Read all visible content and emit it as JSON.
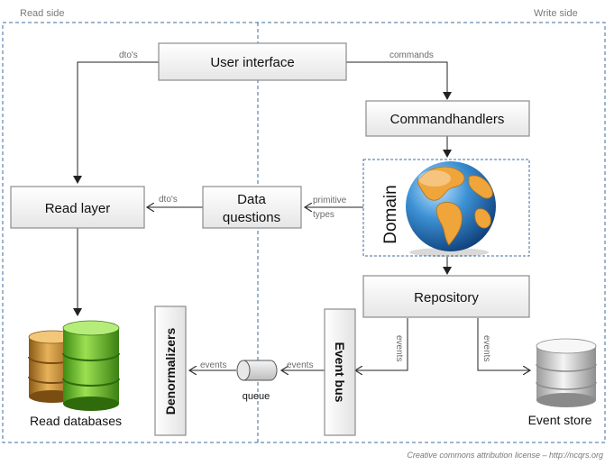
{
  "regions": {
    "read_side": "Read side",
    "write_side": "Write side"
  },
  "boxes": {
    "user_interface": "User interface",
    "commandhandlers": "Commandhandlers",
    "read_layer": "Read layer",
    "data_questions_line1": "Data",
    "data_questions_line2": "questions",
    "domain": "Domain",
    "repository": "Repository",
    "denormalizers": "Denormalizers",
    "event_bus": "Event bus"
  },
  "edge_labels": {
    "dtos_ui": "dto's",
    "commands": "commands",
    "dtos_read": "dto's",
    "primitive": "primitive",
    "types": "types",
    "events_repo_bus": "events",
    "events_repo_store": "events",
    "events_bus_queue": "events",
    "events_queue_denorm": "events",
    "queue": "queue"
  },
  "captions": {
    "read_databases": "Read databases",
    "event_store": "Event store"
  },
  "footer": {
    "license": "Creative commons attribution license – http://ncqrs.org"
  },
  "colors": {
    "box_border": "#8c8c8c",
    "divider": "#3d6e9e",
    "globe_ocean": "#2e7fc1",
    "globe_land": "#f0a53a",
    "db_green": "#6fbb2a",
    "db_orange": "#c98a2e",
    "store_silver": "#cfcfcf"
  }
}
